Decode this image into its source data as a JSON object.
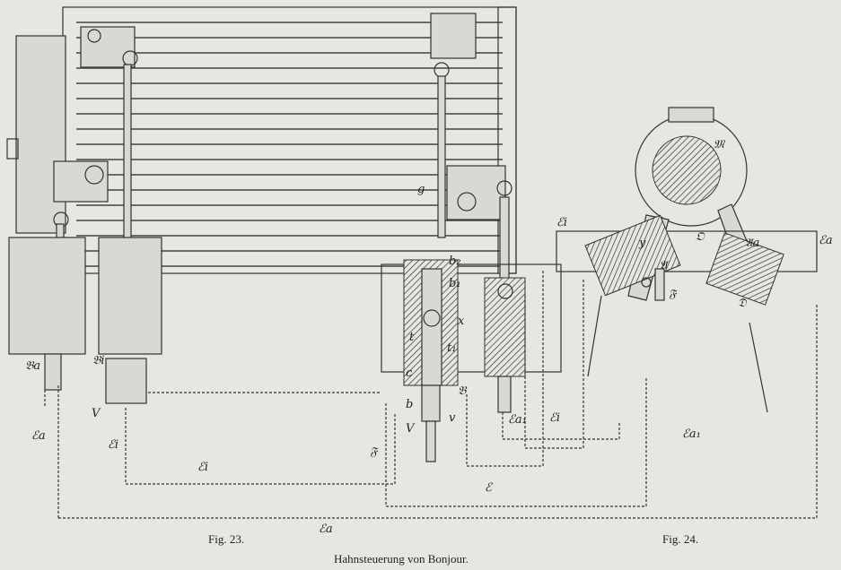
{
  "figures": {
    "fig23": {
      "caption": "Fig. 23.",
      "labels": {
        "Ba": "𝔅a",
        "Bi": "𝔅i",
        "V": "V",
        "Ei_left": "ℰi",
        "Ea_left": "ℰa",
        "Ei_pipe": "ℰi",
        "Ea_bottom": "ℰa",
        "g": "g",
        "b1": "b₁",
        "b2": "b₂",
        "t": "t",
        "t1": "t₁",
        "x": "x",
        "c": "c",
        "B": "𝔅",
        "b": "b",
        "v": "v",
        "V2": "V",
        "F": "𝔉",
        "E": "ℰ",
        "Ea1": "ℰa₁",
        "Ei_mid": "ℰi"
      }
    },
    "fig24": {
      "caption": "Fig. 24.",
      "labels": {
        "M": "𝔐",
        "A": "𝔄",
        "Aa": "𝔄a",
        "O": "𝔒",
        "Ei": "ℰi",
        "Ea": "ℰa",
        "F": "𝔉",
        "D": "𝔇",
        "Ea1": "ℰa₁",
        "y": "y"
      }
    },
    "title": "Hahnsteuerung von Bonjour."
  }
}
